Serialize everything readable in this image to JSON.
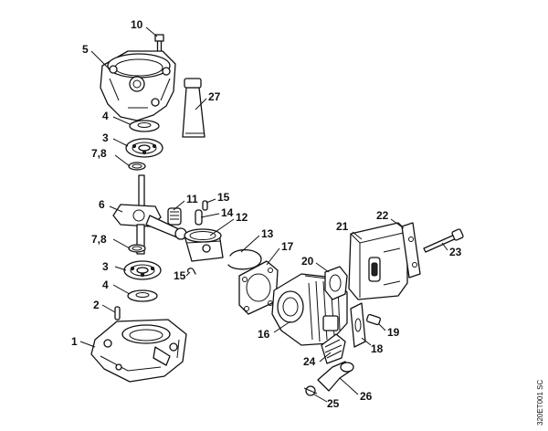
{
  "callouts": {
    "p1": "1",
    "p2": "2",
    "p3a": "3",
    "p3b": "3",
    "p4a": "4",
    "p4b": "4",
    "p5": "5",
    "p6": "6",
    "p78a": "7,8",
    "p78b": "7,8",
    "p10": "10",
    "p11": "11",
    "p12": "12",
    "p13": "13",
    "p14": "14",
    "p15a": "15",
    "p15b": "15",
    "p16": "16",
    "p17": "17",
    "p18": "18",
    "p19": "19",
    "p20": "20",
    "p21": "21",
    "p22": "22",
    "p23": "23",
    "p24": "24",
    "p25": "25",
    "p26": "26",
    "p27": "27"
  },
  "drawing_code": "320ET001 SC"
}
